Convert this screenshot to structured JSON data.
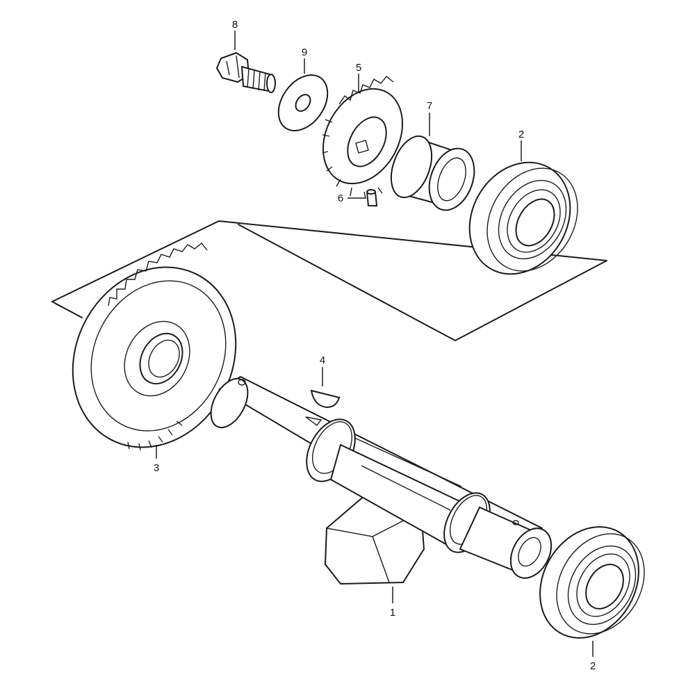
{
  "callouts": {
    "c1": "1",
    "c2_top": "2",
    "c2_bottom": "2",
    "c3": "3",
    "c4": "4",
    "c5": "5",
    "c6": "6",
    "c7": "7",
    "c8": "8",
    "c9": "9"
  }
}
